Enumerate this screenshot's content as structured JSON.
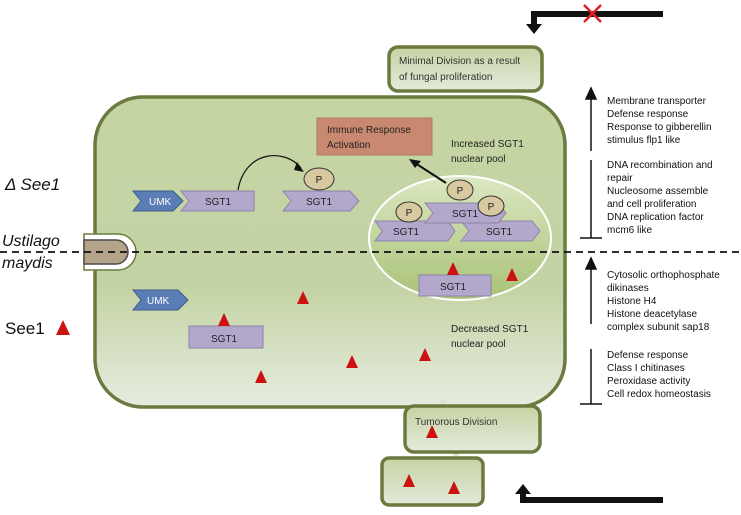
{
  "labels": {
    "delta_see1": "Δ See1",
    "ustilago_line1": "Ustilago",
    "ustilago_line2": "maydis",
    "see1": "See1",
    "minimal_division_line1": "Minimal Division as a result",
    "minimal_division_line2": "of fungal proliferation",
    "immune_response_line1": "Immune Response",
    "immune_response_line2": "Activation",
    "increased_pool_line1": "Increased  SGT1",
    "increased_pool_line2": "nuclear pool",
    "decreased_pool_line1": "Decreased  SGT1",
    "decreased_pool_line2": "nuclear pool",
    "tumorous_division": "Tumorous Division",
    "umk": "UMK",
    "sgt1": "SGT1",
    "phospho": "P"
  },
  "right_panel": {
    "upper_up_lines": [
      "Membrane transporter",
      "Defense response",
      "Response to gibberellin",
      "stimulus flp1 like"
    ],
    "upper_down_lines": [
      "DNA recombination and",
      "repair",
      "Nucleosome assemble",
      "and cell proliferation",
      "DNA replication factor",
      "mcm6 like"
    ],
    "lower_up_lines": [
      "Cytosolic  orthophosphate",
      "dikinases",
      "Histone H4",
      "Histone deacetylase",
      "complex subunit sap18"
    ],
    "lower_down_lines": [
      "Defense response",
      "Class I chitinases",
      "Peroxidase activity",
      "Cell redox homeostasis"
    ]
  },
  "colors": {
    "cell_fill": "#c3d3a0",
    "cell_border": "#6b7a3e",
    "protein_sgt1": "#b3a8cc",
    "protein_umk": "#5a7db5",
    "immune_box": "#c98870",
    "see1_marker": "#cc1111",
    "phospho_fill": "#d9c9a1"
  },
  "icons": {
    "blocked_pathway": "cross-icon",
    "effector": "triangle-icon"
  }
}
